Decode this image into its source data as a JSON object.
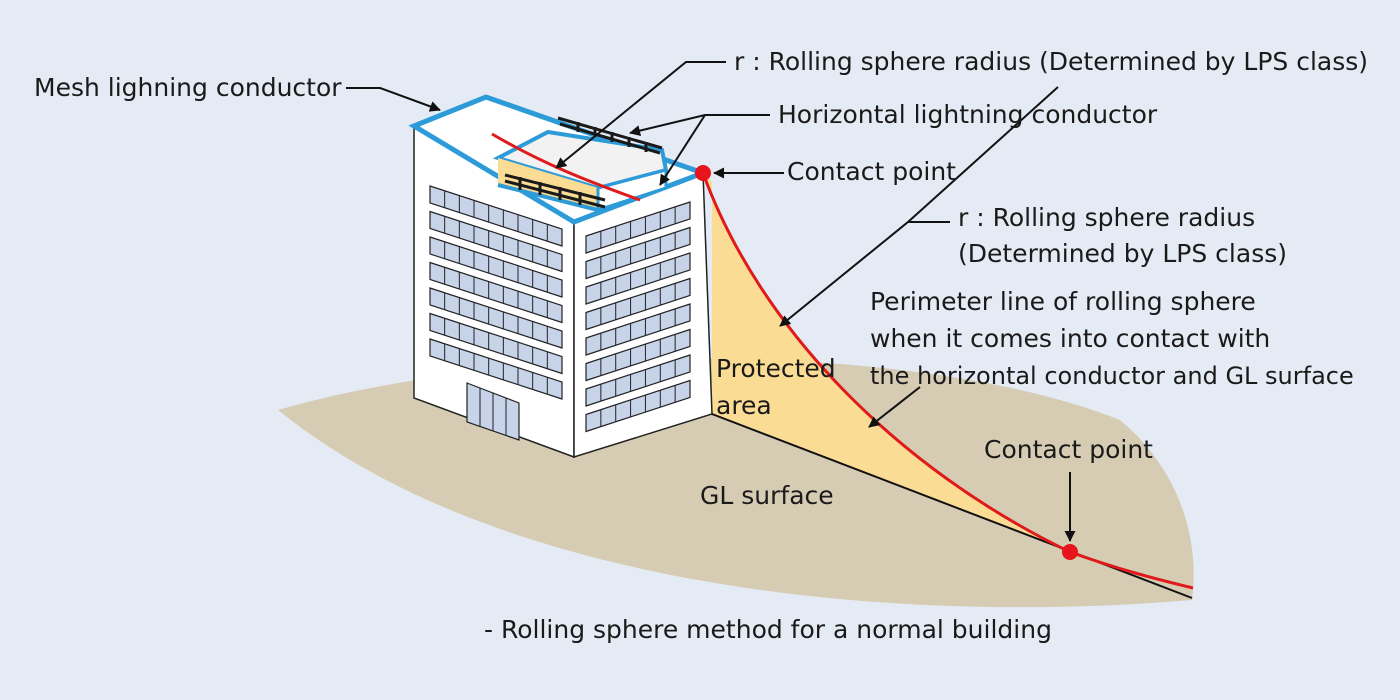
{
  "labels": {
    "mesh_conductor": "Mesh lighning conductor",
    "radius_top": "r : Rolling sphere radius (Determined by LPS class)",
    "horizontal_conductor": "Horizontal lightning conductor",
    "contact_point_top": "Contact point",
    "radius_mid_line1": "r : Rolling sphere radius",
    "radius_mid_line2": "(Determined by LPS class)",
    "perimeter_line1": "Perimeter line of rolling sphere",
    "perimeter_line2": "when it comes into contact with",
    "perimeter_line3": "the horizontal conductor and GL surface",
    "protected_line1": "Protected",
    "protected_line2": "area",
    "contact_point_ground": "Contact point",
    "gl_surface": "GL surface",
    "caption": "- Rolling sphere method for a normal building"
  },
  "colors": {
    "background": "#e5ebf4",
    "ground": "#d6ccb3",
    "protected_area": "#fbdc95",
    "conductor": "#2d9bd8",
    "sphere_line": "#e01a1a",
    "contact_dot": "#e8141c",
    "window": "#c6d3e8"
  }
}
